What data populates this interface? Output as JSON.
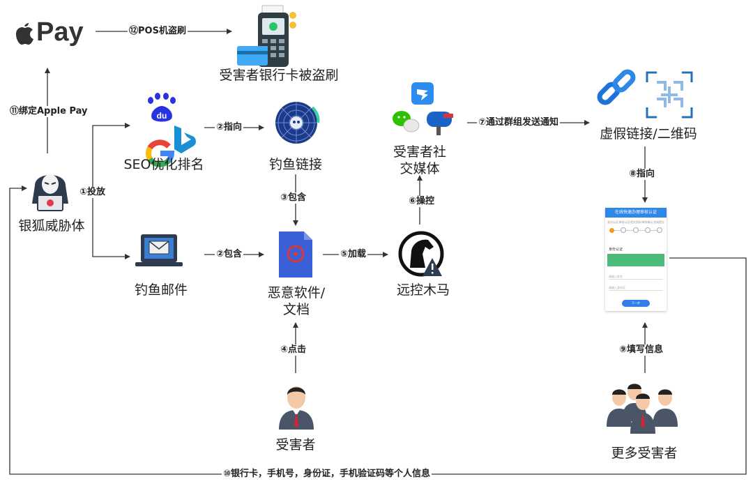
{
  "nodes": {
    "pay_brand": "Pay",
    "pos": "受害者银行卡被盗刷",
    "seo": "SEO优化排名",
    "phish_link": "钓鱼链接",
    "social": "受害者社\n交媒体",
    "fake_link": "虚假链接/二维码",
    "threat_actor": "银狐威胁体",
    "phish_mail": "钓鱼邮件",
    "malware": "恶意软件/\n文档",
    "rat": "远控木马",
    "victim": "受害者",
    "more_victims": "更多受害者"
  },
  "edges": {
    "e1": "①投放",
    "e2a": "②指向",
    "e2b": "②包含",
    "e3": "③包含",
    "e4": "④点击",
    "e5": "⑤加载",
    "e6": "⑥操控",
    "e7": "⑦通过群组发送通知",
    "e8": "⑧指向",
    "e9": "⑨填写信息",
    "e10": "⑩银行卡，手机号，身份证，手机验证码等个人信息",
    "e11": "⑪绑定Apple Pay",
    "e12": "⑫POS机盗刷"
  },
  "phone_screen": {
    "title": "在线快速办理审核认证",
    "steps": [
      "身份认证",
      "审核认证",
      "提交资料",
      "审核确认",
      "完成提交"
    ],
    "section": "身份认证",
    "field1": "请输入姓名",
    "field2": "请输入身份证",
    "button": "下一步"
  },
  "colors": {
    "arrow": "#333333",
    "accent": "#2f88e8",
    "hacker": "#2e3b4e"
  }
}
